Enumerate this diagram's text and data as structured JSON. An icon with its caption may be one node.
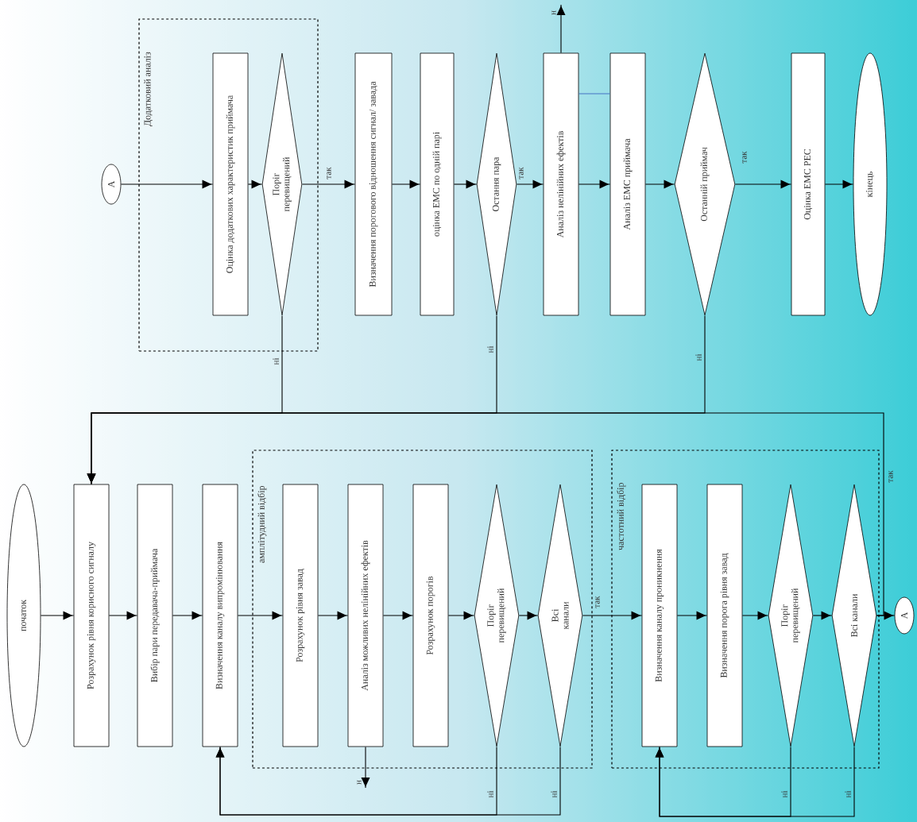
{
  "diagram": {
    "nodes": [
      {
        "text": [
          "початок"
        ]
      },
      {
        "text": [
          "Розрахунок рівня корисного сигналу"
        ]
      },
      {
        "text": [
          "Вибір пари передавача-приймача"
        ]
      },
      {
        "text": [
          "Визначення каналу випромінювання"
        ]
      },
      {
        "text": [
          "амплітудний відбір"
        ]
      },
      {
        "text": [
          "Розрахунок рівня завад"
        ],
        "in": 4
      },
      {
        "text": [
          "Аналіз можливих нелінійних ефектів"
        ],
        "in": 4
      },
      {
        "text": [
          "Розрахунок порогів"
        ],
        "in": 4
      },
      {
        "text": [
          "Поріг перевищений"
        ],
        "in": 4
      },
      {
        "text": [
          "Всі канали"
        ],
        "in": 4
      },
      {
        "text": [
          "частотний відбір"
        ]
      },
      {
        "text": [
          "Визначення каналу проникнення"
        ],
        "in": 10
      },
      {
        "text": [
          "Визначення порога рівня завад"
        ],
        "in": 10
      },
      {
        "text": [
          "Поріг перевищений"
        ],
        "in": 10
      },
      {
        "text": [
          "Всі канали"
        ],
        "in": 10
      },
      {
        "text": [
          "А"
        ]
      },
      {
        "text": [
          "А"
        ]
      },
      {
        "text": [
          "Додатковий аналіз"
        ]
      },
      {
        "text": [
          "Оцінка додаткових характеристик приймача"
        ],
        "in": 17
      },
      {
        "text": [
          "Поріг перевищений"
        ],
        "in": 17
      },
      {
        "text": [
          "Визначення порогового відношення сигнал/ завада"
        ]
      },
      {
        "text": [
          "оцінка ЕМС по одній парі"
        ]
      },
      {
        "text": [
          "Остання пара"
        ]
      },
      {
        "text": [
          "Аналіз нелінійних ефектів"
        ]
      },
      {
        "text": [
          "Аналіз ЕМС приймача"
        ]
      },
      {
        "text": [
          "Останній приймач"
        ]
      },
      {
        "text": [
          "Оцінка ЕМС РЕС"
        ]
      },
      {
        "text": [
          "кінець"
        ]
      }
    ],
    "edges": [
      {
        "from": 0,
        "to": 1,
        "arrow": "to"
      },
      {
        "from": 1,
        "to": 2,
        "arrow": "to"
      },
      {
        "from": 2,
        "to": 3,
        "arrow": "to"
      },
      {
        "from": 3,
        "to": 5,
        "arrow": "to"
      },
      {
        "from": 5,
        "to": 6,
        "arrow": "to"
      },
      {
        "from": 6,
        "to": 7,
        "arrow": "to"
      },
      {
        "from": 7,
        "to": 8,
        "arrow": "to"
      },
      {
        "from": 8,
        "to": 9,
        "arrow": "to"
      },
      {
        "from": 9,
        "to": 11,
        "arrow": "to",
        "label": "так"
      },
      {
        "from": 11,
        "to": 12,
        "arrow": "to"
      },
      {
        "from": 12,
        "to": 13,
        "arrow": "to"
      },
      {
        "from": 13,
        "to": 14,
        "arrow": "to"
      },
      {
        "from": 14,
        "to": 15,
        "arrow": "to"
      },
      {
        "from": 14,
        "to": 1,
        "arrow": "to",
        "label": "так"
      },
      {
        "from": 8,
        "to": 3,
        "arrow": "to",
        "label": "ні"
      },
      {
        "from": 9,
        "to": 3,
        "arrow": "to",
        "label": "ні"
      },
      {
        "from": 13,
        "to": 11,
        "arrow": "to",
        "label": "ні"
      },
      {
        "from": 14,
        "to": 11,
        "arrow": "to",
        "label": "ні"
      },
      {
        "from": 6,
        "to": null,
        "arrow": "to",
        "label": "н"
      },
      {
        "from": 16,
        "to": 18,
        "arrow": "to"
      },
      {
        "from": 18,
        "to": 19,
        "arrow": "to"
      },
      {
        "from": 19,
        "to": 20,
        "arrow": "to",
        "label": "так"
      },
      {
        "from": 20,
        "to": 21,
        "arrow": "to"
      },
      {
        "from": 21,
        "to": 22,
        "arrow": "to"
      },
      {
        "from": 22,
        "to": 23,
        "arrow": "to",
        "label": "так"
      },
      {
        "from": 23,
        "to": 24,
        "arrow": "to"
      },
      {
        "from": 24,
        "to": 25,
        "arrow": "to"
      },
      {
        "from": 25,
        "to": 26,
        "arrow": "to",
        "label": "так"
      },
      {
        "from": 26,
        "to": 27,
        "arrow": "to"
      },
      {
        "from": 19,
        "to": 1,
        "arrow": "to",
        "label": "ні"
      },
      {
        "from": 22,
        "to": 1,
        "arrow": "to",
        "label": "ні"
      },
      {
        "from": 25,
        "to": 1,
        "arrow": "to",
        "label": "ні"
      },
      {
        "from": 23,
        "to": null,
        "arrow": "to",
        "label": "н"
      },
      {
        "from": 23,
        "to": 24,
        "arrow": "none",
        "color": "#4472c4"
      }
    ]
  }
}
